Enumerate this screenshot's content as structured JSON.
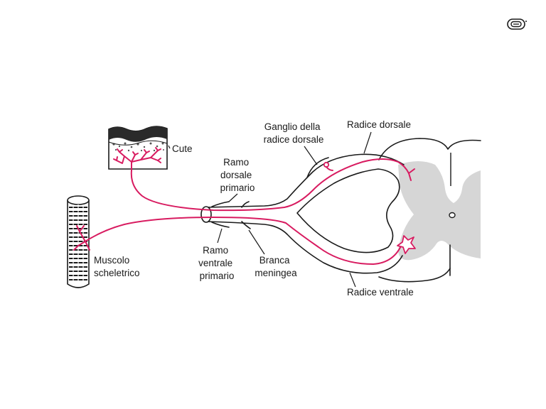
{
  "diagram": {
    "labels": {
      "cute": "Cute",
      "ramo_dorsale": [
        "Ramo",
        "dorsale",
        "primario"
      ],
      "ganglio": [
        "Ganglio della",
        "radice dorsale"
      ],
      "radice_dorsale": "Radice dorsale",
      "muscolo": [
        "Muscolo",
        "scheletrico"
      ],
      "ramo_ventrale": [
        "Ramo",
        "ventrale",
        "primario"
      ],
      "branca": [
        "Branca",
        "meningea"
      ],
      "radice_ventrale": "Radice ventrale"
    },
    "colors": {
      "nerve": "#d81b60",
      "outline": "#1a1a1a",
      "grey_matter": "#d6d6d6"
    },
    "logo_icon": "publisher-logo-icon"
  }
}
